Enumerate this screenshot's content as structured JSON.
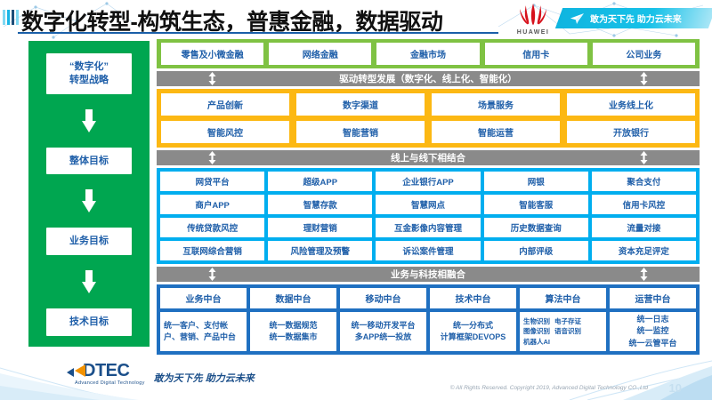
{
  "header": {
    "title": "数字化转型-构筑生态，普惠金融，数据驱动",
    "brand": "HUAWEI",
    "slogan": "敢为天下先 助力云未来"
  },
  "strategy_column": {
    "boxes": [
      {
        "line1": "“数字化”",
        "line2": "转型战略"
      },
      {
        "line1": "整体目标",
        "line2": ""
      },
      {
        "line1": "业务目标",
        "line2": ""
      },
      {
        "line1": "技术目标",
        "line2": ""
      }
    ]
  },
  "business_lines": {
    "items": [
      "零售及小微金融",
      "网络金融",
      "金融市场",
      "信用卡",
      "公司业务"
    ]
  },
  "connector_1": {
    "label": "驱动转型发展（数字化、线上化、智能化）"
  },
  "transformation": {
    "rows": [
      [
        "产品创新",
        "数字渠道",
        "场景服务",
        "业务线上化"
      ],
      [
        "智能风控",
        "智能营销",
        "智能运营",
        "开放银行"
      ]
    ]
  },
  "connector_2": {
    "label": "线上与线下相结合"
  },
  "applications": {
    "rows": [
      [
        "网贷平台",
        "超级APP",
        "企业银行APP",
        "网银",
        "聚合支付"
      ],
      [
        "商户APP",
        "智慧存款",
        "智慧网点",
        "智能客服",
        "信用卡风控"
      ],
      [
        "传统贷款风控",
        "理财营销",
        "互金影像内容管理",
        "历史数据查询",
        "流量对接"
      ],
      [
        "互联网综合营销",
        "风险管理及预警",
        "诉讼案件管理",
        "内部评级",
        "资本充足评定"
      ]
    ]
  },
  "connector_3": {
    "label": "业务与科技相融合"
  },
  "platforms": {
    "columns": [
      {
        "title": "业务中台",
        "align": "left",
        "lines": [
          "统一客户、支付帐户、营销、产品中台"
        ],
        "tags": []
      },
      {
        "title": "数据中台",
        "align": "center",
        "lines": [
          "统一数据规范",
          "统一数据集市"
        ],
        "tags": []
      },
      {
        "title": "移动中台",
        "align": "center",
        "lines": [
          "统一移动开发平台",
          "多APP统一投放"
        ],
        "tags": []
      },
      {
        "title": "技术中台",
        "align": "center",
        "lines": [
          "统一分布式",
          "计算框架DEVOPS"
        ],
        "tags": []
      },
      {
        "title": "算法中台",
        "align": "left",
        "lines": [],
        "tags": [
          "生物识别",
          "电子存证",
          "图像识别",
          "语音识别",
          "机器人AI"
        ]
      },
      {
        "title": "运营中台",
        "align": "center",
        "lines": [
          "统一日志",
          "统一监控",
          "统一云管平台"
        ],
        "tags": []
      }
    ]
  },
  "footer": {
    "logo_text": "DTEC",
    "logo_sub": "Advanced Digital Technology",
    "slogan": "敢为天下先   助力云未来",
    "copyright": "© All Rights Reserved. Copyright 2019, Advanced Digital Technology CO.,Ltd",
    "page_number": "10"
  },
  "colors": {
    "green": "#00a650",
    "light_green": "#7fc243",
    "orange": "#fcb813",
    "blue": "#00aeef",
    "navy": "#1f70c1",
    "gray": "#8a8a8a",
    "text_blue": "#1f5fa9"
  }
}
